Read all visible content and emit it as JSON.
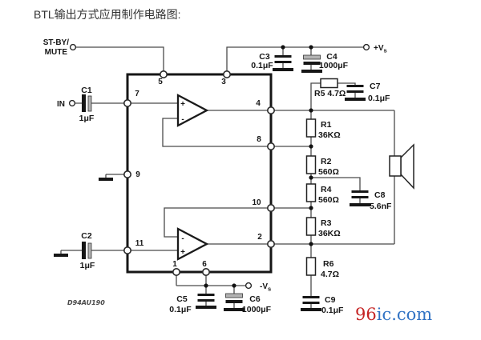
{
  "title": "BTL输出方式应用制作电路图:",
  "schematic": {
    "code": "D94AU190",
    "terminals": {
      "stby_line1": "ST-BY/",
      "stby_line2": "MUTE",
      "input": "IN",
      "vplus_main": "+V",
      "vplus_sub": "s",
      "vminus_main": "-V",
      "vminus_sub": "s"
    },
    "ic": {
      "pins": {
        "p1": "1",
        "p2": "2",
        "p3": "3",
        "p4": "4",
        "p5": "5",
        "p6": "6",
        "p7": "7",
        "p8": "8",
        "p9": "9",
        "p10": "10",
        "p11": "11"
      },
      "opamp_plus": "+",
      "opamp_minus": "-"
    },
    "components": {
      "c1": {
        "ref": "C1",
        "value": "1μF"
      },
      "c2": {
        "ref": "C2",
        "value": "1μF"
      },
      "c3": {
        "ref": "C3",
        "value": "0.1μF"
      },
      "c4": {
        "ref": "C4",
        "value": "1000μF"
      },
      "c5": {
        "ref": "C5",
        "value": "0.1μF"
      },
      "c6": {
        "ref": "C6",
        "value": "1000μF"
      },
      "c7": {
        "ref": "C7",
        "value": "0.1μF"
      },
      "c8": {
        "ref": "C8",
        "value": "5.6nF"
      },
      "c9": {
        "ref": "C9",
        "value": "0.1μF"
      },
      "r1": {
        "ref": "R1",
        "value": "36KΩ"
      },
      "r2": {
        "ref": "R2",
        "value": "560Ω"
      },
      "r3": {
        "ref": "R3",
        "value": "36KΩ"
      },
      "r4": {
        "ref": "R4",
        "value": "560Ω"
      },
      "r5": {
        "label": "R5 4.7Ω"
      },
      "r6": {
        "ref": "R6",
        "value": "4.7Ω"
      }
    },
    "watermark": {
      "num": "96",
      "rest": "ic.com",
      "num_color": "#c52222",
      "rest_color": "#3173c4"
    }
  }
}
